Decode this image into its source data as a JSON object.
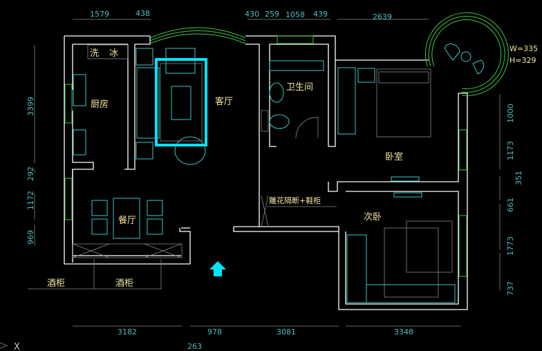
{
  "rooms": {
    "kitchen": "厨房",
    "living": "客厅",
    "bath": "卫生间",
    "bedroom": "卧室",
    "second_bedroom": "次卧",
    "dining": "餐厅",
    "wash": "洗",
    "fridge": "冰",
    "partition": "雕花隔断+鞋柜",
    "wine1": "酒柜",
    "wine2": "酒柜"
  },
  "window_size": {
    "w": "W=335",
    "h": "H=329"
  },
  "dims_top": [
    "1579",
    "438",
    "430",
    "259",
    "1058",
    "439",
    "2639"
  ],
  "dims_left": [
    "3399",
    "292",
    "1172",
    "969"
  ],
  "dims_right": [
    "1000",
    "1173",
    "351",
    "661",
    "1773",
    "737"
  ],
  "dims_bottom": [
    "3182",
    "263",
    "978",
    "3081",
    "3348"
  ],
  "axis_label": "X",
  "colors": {
    "wall": "#ffffff",
    "furniture": "#3cc8c8",
    "window": "#3ec83e",
    "text": "#f0e8a0",
    "dim": "#4ec0c0",
    "entry_arrow": "#00e5ff"
  }
}
